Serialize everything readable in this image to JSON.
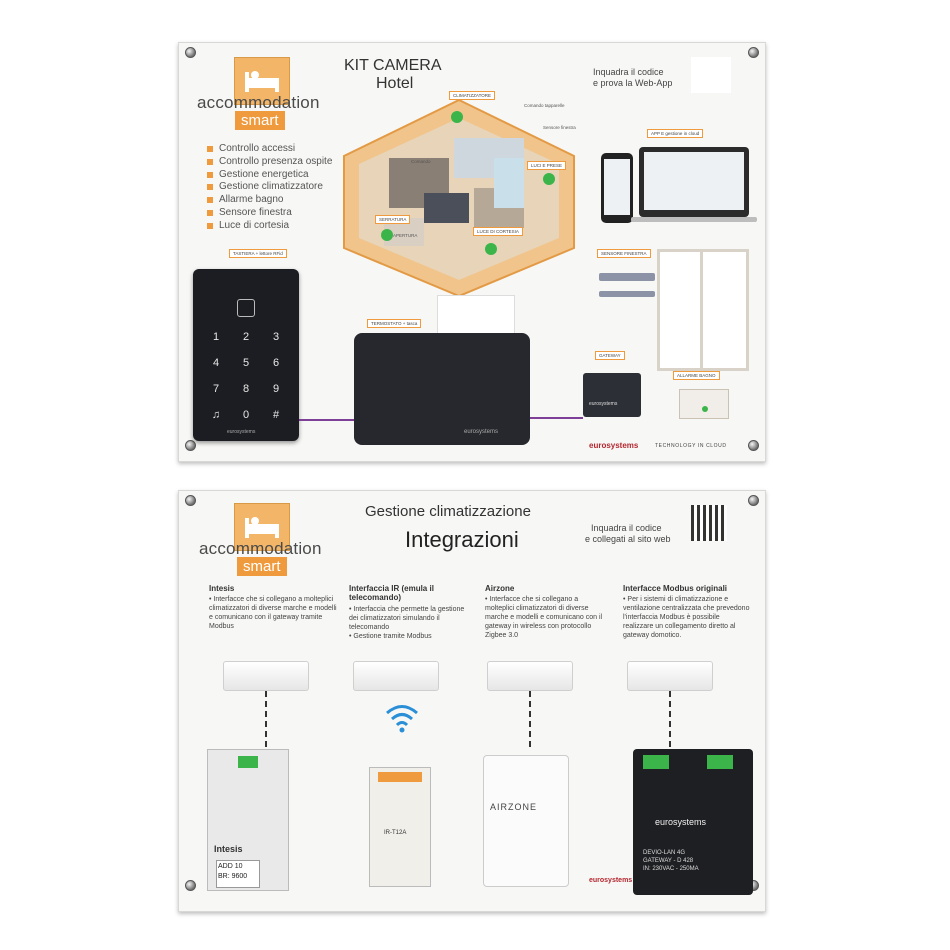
{
  "top_board": {
    "logo_word": "accommodation",
    "logo_tag": "smart",
    "title_line1": "KIT CAMERA",
    "title_line2": "Hotel",
    "webapp_line1": "Inquadra il codice",
    "webapp_line2": "e prova la Web-App",
    "features": [
      "Controllo accessi",
      "Controllo presenza ospite",
      "Gestione energetica",
      "Gestione climatizzatore",
      "Allarme bagno",
      "Sensore finestra",
      "Luce di cortesia"
    ],
    "callouts": {
      "climatizzatore": "CLIMATIZZATORE",
      "comando_tapparelle": "Comando tapparelle",
      "sensore_finestra": "Sensore finestra",
      "comando": "Comando",
      "luci_prese": "LUCI E PRESE",
      "serratura": "SERRATURA",
      "apertura": "APERTURA",
      "luce_cortesia": "LUCE DI CORTESIA",
      "app_cloud": "APP E gestione in cloud",
      "tastiera": "TASTIERA + lettore RFid",
      "termostato": "TERMOSTATO + tasca",
      "gateway": "GATEWAY",
      "sensore_finestra_label": "SENSORE FINESTRA",
      "allarme_bagno": "ALLARME BAGNO"
    },
    "keypad_keys": [
      "1",
      "2",
      "3",
      "4",
      "5",
      "6",
      "7",
      "8",
      "9",
      "0",
      "#"
    ],
    "device_brand": "eurosystems",
    "footer_brand": "eurosystems",
    "footer_tagline": "TECHNOLOGY IN CLOUD"
  },
  "bottom_board": {
    "logo_word": "accommodation",
    "logo_tag": "smart",
    "title_line1": "Gestione climatizzazione",
    "title_line2": "Integrazioni",
    "qr_line1": "Inquadra il codice",
    "qr_line2": "e collegati al sito web",
    "columns": [
      {
        "title": "Intesis",
        "text": "• Interfacce che si collegano a molteplici climatizzatori di diverse marche e modelli e comunicano con il gateway tramite Modbus"
      },
      {
        "title": "Interfaccia IR (emula il telecomando)",
        "text": "• Interfaccia che permette la gestione dei climatizzatori simulando il telecomando\n• Gestione tramite Modbus"
      },
      {
        "title": "Airzone",
        "text": "• Interfacce che si collegano a molteplici climatizzatori di diverse marche e modelli e comunicano con il gateway in wireless con protocollo Zigbee 3.0"
      },
      {
        "title": "Interfacce Modbus originali",
        "text": "• Per i sistemi di climatizzazione e ventilazione centralizzata che prevedono l'interfaccia Modbus è possibile realizzare un collegamento diretto al gateway domotico."
      }
    ],
    "devices": {
      "intesis_brand": "Intesis",
      "intesis_label1": "ADD 10",
      "intesis_label2": "BR: 9600",
      "ir_model": "IR-T12A",
      "airzone_brand": "AIRZONE",
      "eurosystems_brand": "eurosystems",
      "euro_label1": "DEVIO-LAN 4G",
      "euro_label2": "GATEWAY - D 428",
      "euro_label3": "IN: 230VAC - 250MA",
      "footer_brand": "eurosystems"
    }
  },
  "colors": {
    "accent_orange": "#f09a3e",
    "logo_box": "#f3b567",
    "panel_bg": "#f7f7f5",
    "dark_device": "#1b1d22",
    "status_green": "#3bb54a"
  }
}
